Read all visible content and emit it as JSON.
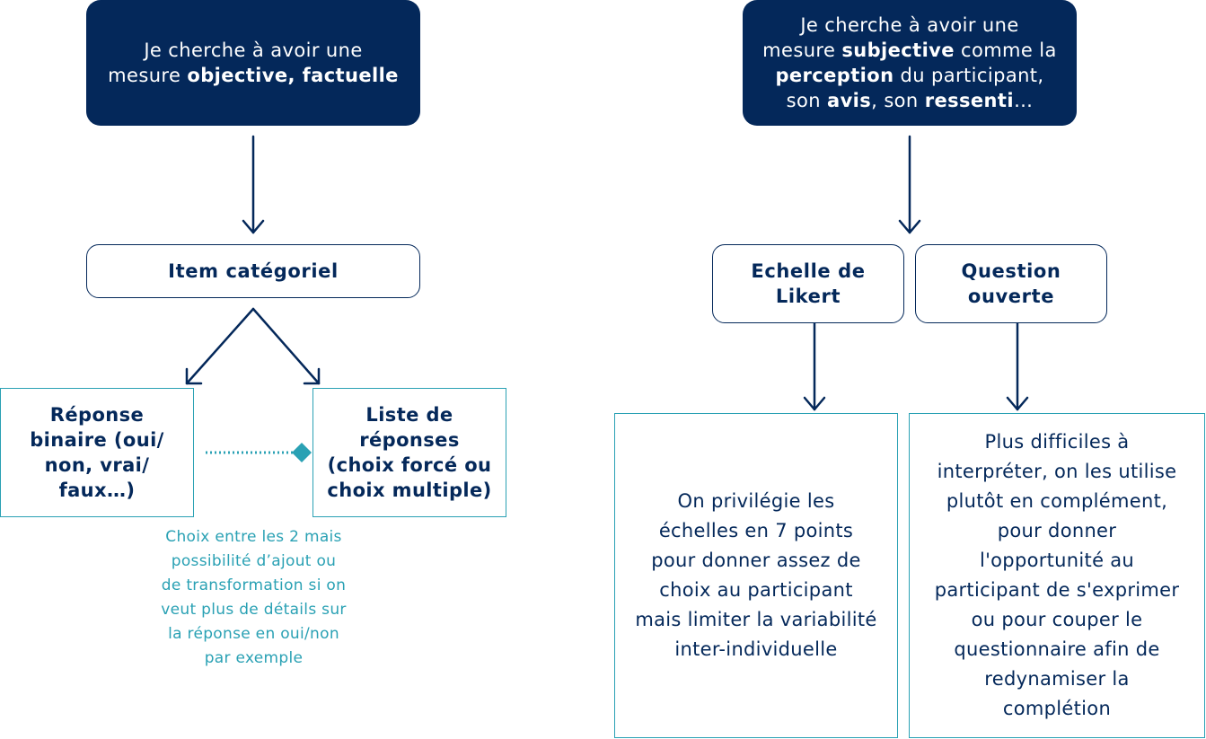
{
  "left": {
    "top_box": {
      "line1": "Je cherche à avoir une",
      "line2_prefix": "mesure ",
      "line2_bold": "objective, factuelle"
    },
    "item_box": "Item catégoriel",
    "binary_box": {
      "line1": "Réponse",
      "line2": "binaire (oui/",
      "line3": "non, vrai/",
      "line4": "faux…)"
    },
    "list_box": {
      "line1": "Liste de",
      "line2": "réponses",
      "line3": "(choix forcé ou",
      "line4": "choix multiple)"
    },
    "note": [
      "Choix entre les 2 mais",
      "possibilité d’ajout ou",
      "de transformation si on",
      "veut plus de détails sur",
      "la réponse en oui/non",
      "par exemple"
    ]
  },
  "right": {
    "top_box": {
      "l1": "Je cherche à avoir une",
      "l2_a": "mesure ",
      "l2_b": "subjective",
      "l2_c": " comme la",
      "l3_a": "perception",
      "l3_b": " du participant,",
      "l4_a": "son ",
      "l4_b": "avis",
      "l4_c": ", son ",
      "l4_d": "ressenti",
      "l4_e": "…"
    },
    "likert_box": {
      "line1": "Echelle de",
      "line2": "Likert"
    },
    "open_box": {
      "line1": "Question",
      "line2": "ouverte"
    },
    "likert_text": [
      "On privilégie les",
      "échelles en 7 points",
      "pour donner assez de",
      "choix au participant",
      "mais limiter la variabilité",
      "inter-individuelle"
    ],
    "open_text": [
      "Plus difficiles à",
      "interpréter, on les utilise",
      "plutôt en complément,",
      "pour donner",
      "l'opportunité au",
      "participant de s'exprimer",
      "ou pour couper le",
      "questionnaire afin de",
      "redynamiser la",
      "complétion"
    ]
  },
  "colors": {
    "navy": "#04285a",
    "teal": "#2aa1b4",
    "background": "#ffffff"
  }
}
